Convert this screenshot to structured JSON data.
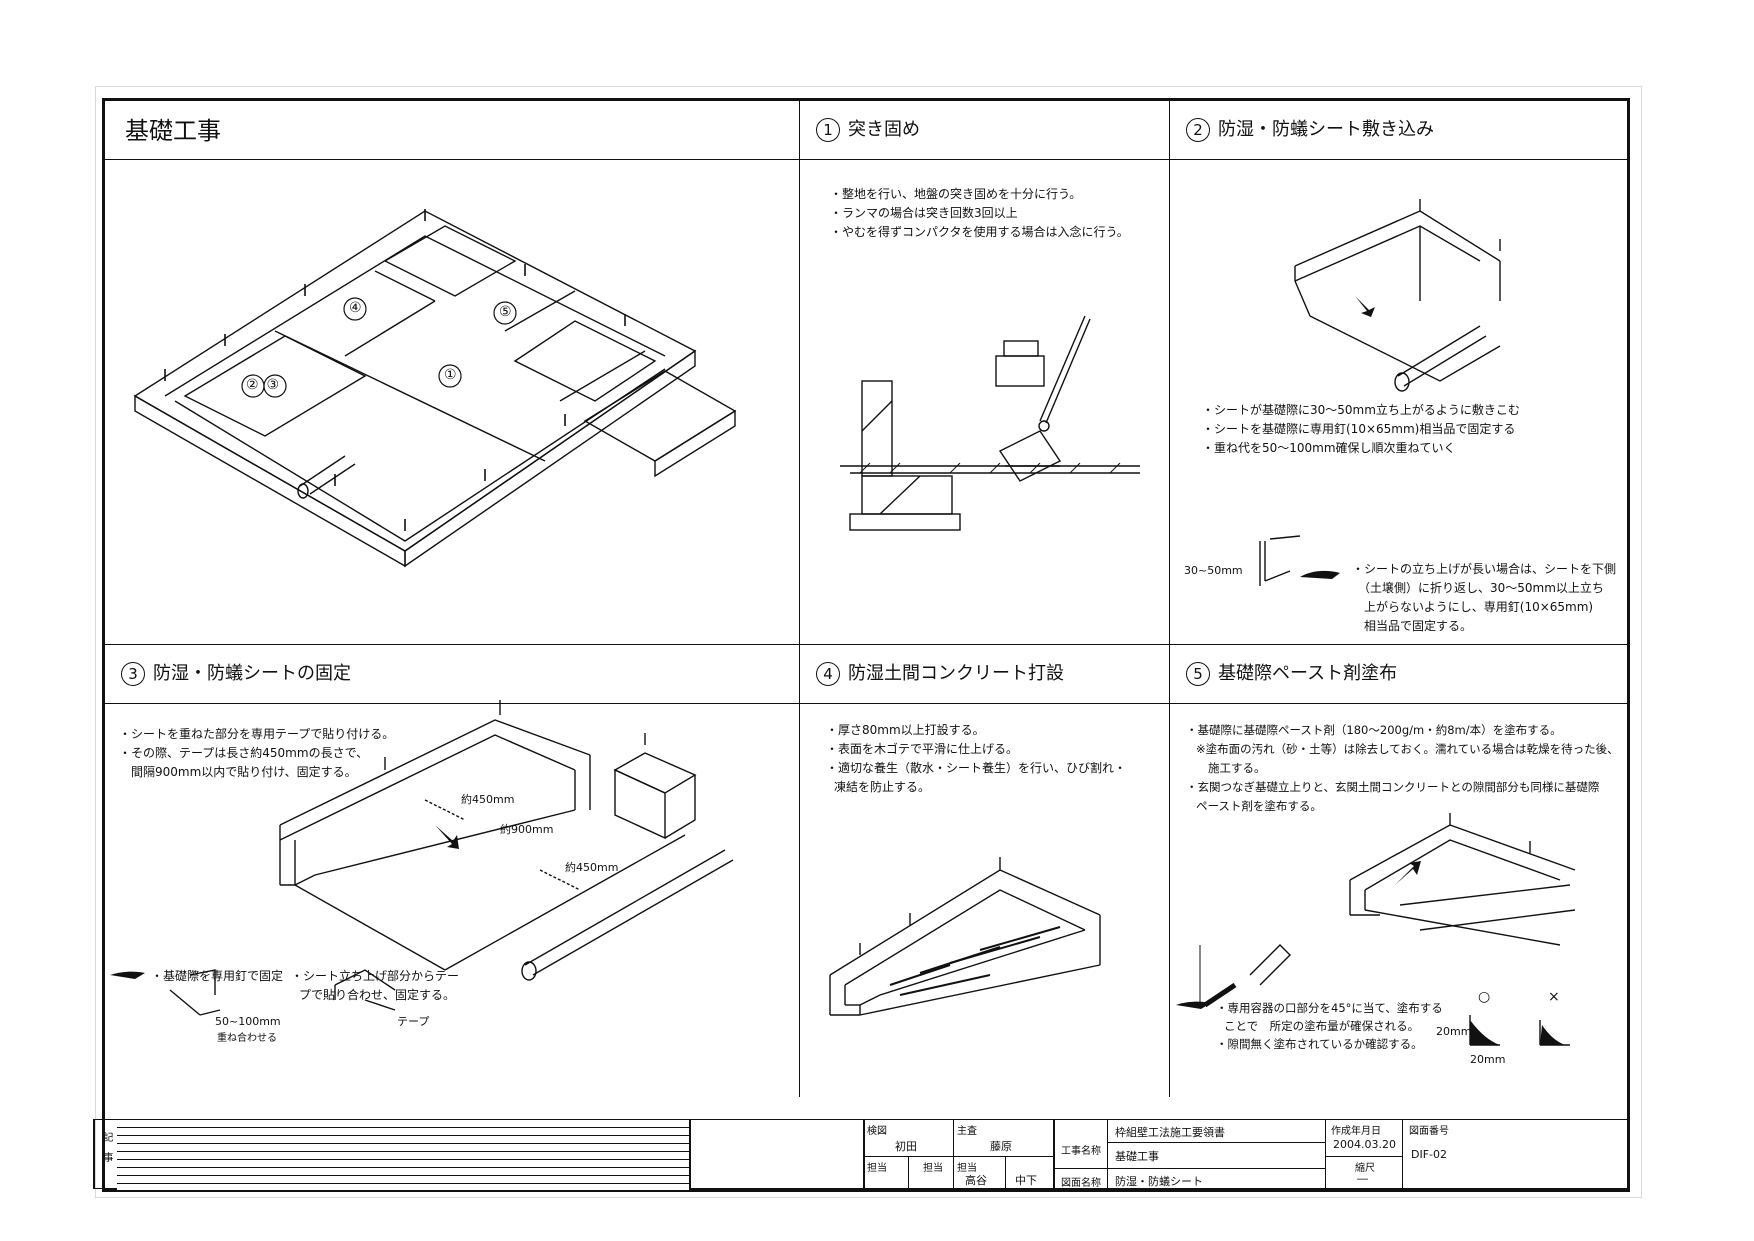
{
  "main_title": "基礎工事",
  "panels": {
    "p1": {
      "num": "①",
      "title": "突き固め",
      "notes": [
        "・整地を行い、地盤の突き固めを十分に行う。",
        "・ランマの場合は突き回数3回以上",
        "・やむを得ずコンパクタを使用する場合は入念に行う。"
      ]
    },
    "p2": {
      "num": "②",
      "title": "防湿・防蟻シート敷き込み",
      "notes": [
        "・シートが基礎際に30〜50mm立ち上がるように敷きこむ",
        "・シートを基礎際に専用釘(10×65mm)相当品で固定する",
        "・重ね代を50〜100mm確保し順次重ねていく"
      ],
      "dim_label": "30~50mm",
      "note2": [
        "・シートの立ち上げが長い場合は、シートを下側",
        "（土壌側）に折り返し、30〜50mm以上立ち",
        "上がらないようにし、専用釘(10×65mm)",
        "相当品で固定する。"
      ]
    },
    "p3": {
      "num": "③",
      "title": "防湿・防蟻シートの固定",
      "notes": [
        "・シートを重ねた部分を専用テープで貼り付ける。",
        "・その際、テープは長さ約450mmの長さで、",
        "間隔900mm以内で貼り付け、固定する。"
      ],
      "labels": [
        "約450mm",
        "約900mm",
        "約450mm"
      ],
      "sub1": "・基礎際を専用釘で固定",
      "sub2": [
        "・シート立ち上げ部分からテー",
        "プで貼り合わせ、固定する。"
      ],
      "overlap": "50~100mm",
      "overlap_sub": "重ね合わせる",
      "tape": "テープ"
    },
    "p4": {
      "num": "④",
      "title": "防湿土間コンクリート打設",
      "notes": [
        "・厚さ80mm以上打設する。",
        "・表面を木ゴテで平滑に仕上げる。",
        "・適切な養生（散水・シート養生）を行い、ひび割れ・",
        "凍結を防止する。"
      ]
    },
    "p5": {
      "num": "⑤",
      "title": "基礎際ペースト剤塗布",
      "notes": [
        "・基礎際に基礎際ペースト剤（180〜200g/m・約8m/本）を塗布する。",
        "※塗布面の汚れ（砂・土等）は除去しておく。濡れている場合は乾燥を待った後、",
        "施工する。",
        "・玄関つなぎ基礎立上りと、玄関土間コンクリートとの隙間部分も同様に基礎際",
        "ペースト剤を塗布する。"
      ],
      "note2": [
        "・専用容器の口部分を45°に当て、塗布する",
        "ことで　所定の塗布量が確保される。",
        "・隙間無く塗布されているか確認する。"
      ],
      "good": "○",
      "bad": "×",
      "d1": "20mm",
      "d2": "20mm"
    }
  },
  "title_block": {
    "remarks_label": "記　事",
    "cells": {
      "kensa": "検図",
      "kensa_name": "初田",
      "shusa": "主査",
      "shusa_name": "藤原",
      "tanto1": "担当",
      "tanto2": "担当",
      "tanto3": "担当",
      "tanto3_name": "高谷",
      "tanto3_name2": "中下",
      "project_label": "工事名称",
      "project": "枠組壁工法施工要領書",
      "project_sub": "基礎工事",
      "drawing_label": "図面名称",
      "drawing": "防湿・防蟻シート",
      "date_label": "作成年月日",
      "date": "2004.03.20",
      "scale_label": "縮尺",
      "scale": "―",
      "num_label": "図面番号",
      "num": "DIF-02"
    }
  }
}
